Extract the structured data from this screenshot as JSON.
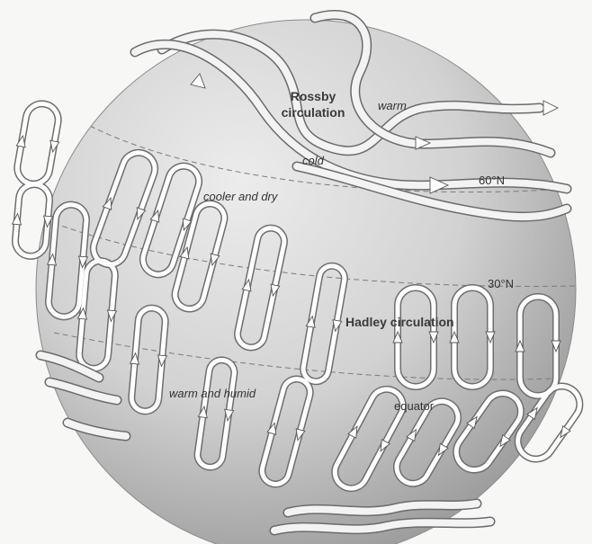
{
  "labels": {
    "rossby_line1": "Rossby",
    "rossby_line2": "circulation",
    "warm": "warm",
    "cold": "cold",
    "lat60": "60°N",
    "cooler_dry": "cooler and dry",
    "lat30": "30°N",
    "hadley": "Hadley circulation",
    "warm_humid": "warm and humid",
    "equator": "equator"
  },
  "colors": {
    "background": "#f7f7f5",
    "sphere_light": "#e4e4e4",
    "sphere_dark": "#9a9a9a",
    "ribbon": "#f3f3f3",
    "outline": "#6b6b6b"
  }
}
